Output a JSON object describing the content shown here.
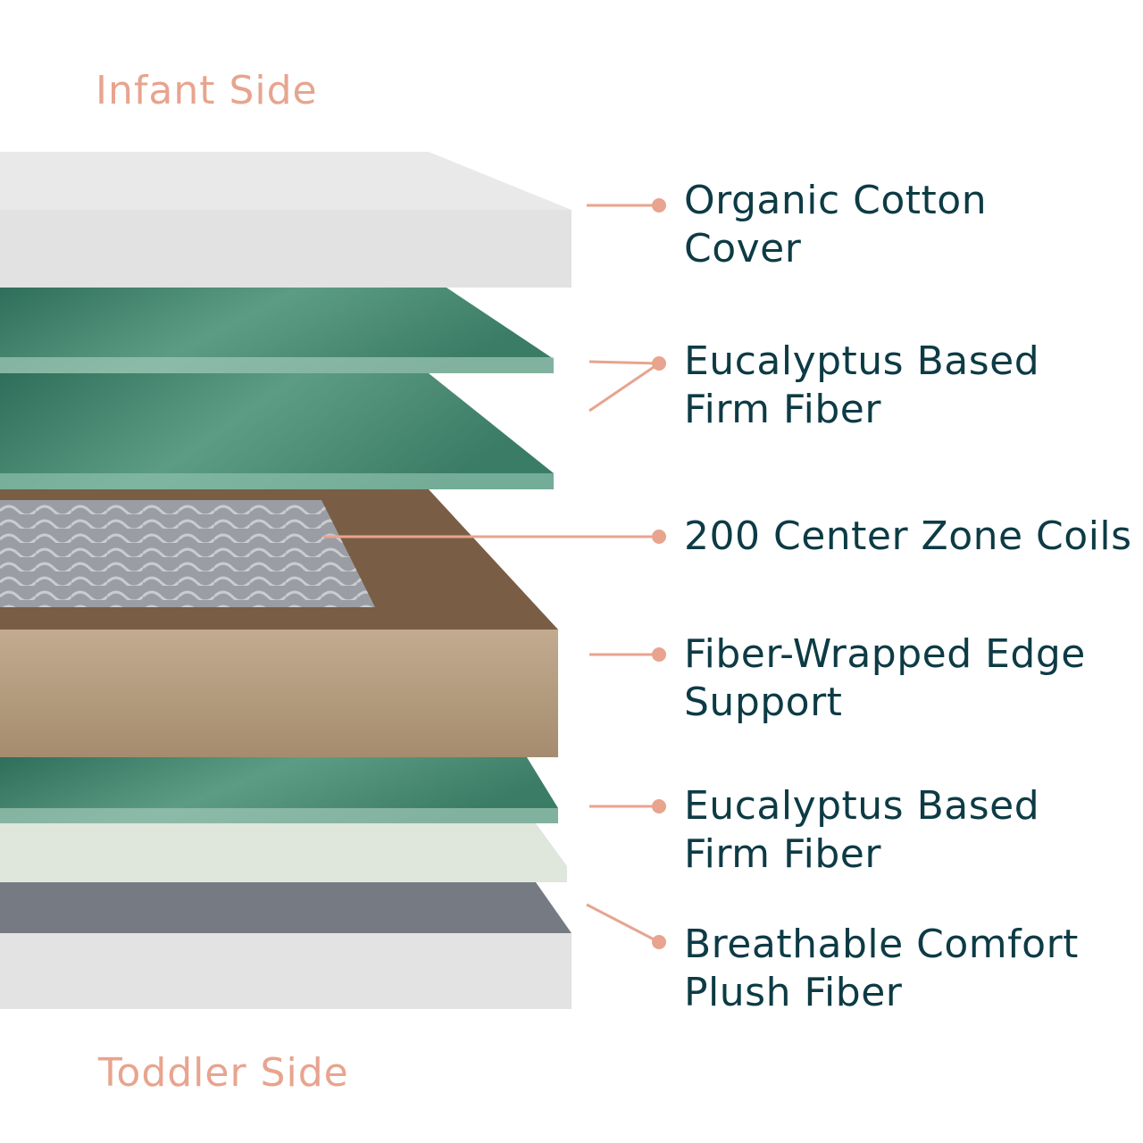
{
  "top_label": "Infant Side",
  "bottom_label": "Toddler Side",
  "colors": {
    "accent": "#e8a48e",
    "text": "#0d3b45",
    "green": "#3f8a72",
    "brown": "#b39a7c",
    "gray": "#8a8f96"
  },
  "layers": [
    {
      "line1": "Organic Cotton",
      "line2": "Cover"
    },
    {
      "line1": "Eucalyptus Based",
      "line2": "Firm Fiber"
    },
    {
      "line1": "200 Center Zone Coils",
      "line2": ""
    },
    {
      "line1": "Fiber-Wrapped Edge",
      "line2": "Support"
    },
    {
      "line1": "Eucalyptus Based",
      "line2": "Firm Fiber"
    },
    {
      "line1": "Breathable Comfort",
      "line2": "Plush Fiber"
    }
  ]
}
